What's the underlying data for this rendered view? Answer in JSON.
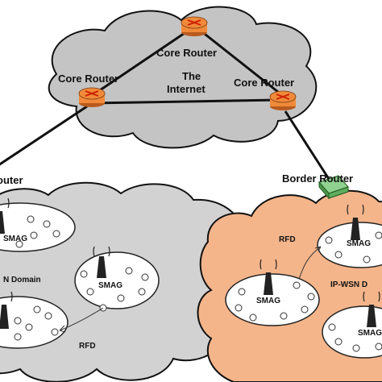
{
  "colors": {
    "internet_cloud": "#c4c4c4",
    "left_domain_cloud": "#d2d2d2",
    "right_domain_cloud": "#f5b58a",
    "router_body": "#f08a3a",
    "router_mark": "#cc2200",
    "smag_ellipse": "#ffffff",
    "outline": "#111111"
  },
  "labels": {
    "core_router_top": "Core Router",
    "core_router_left": "Core Router",
    "core_router_right": "Core Router",
    "internet_line1": "The",
    "internet_line2": "Internet",
    "border_router_left": "outer",
    "border_router_right": "Border Router",
    "left_domain_name": "N Domain",
    "right_domain_name": "IP-WSN D",
    "rfd_left": "RFD",
    "rfd_right": "RFD",
    "smag_left_top": "SMAG",
    "smag_left_middle": "SMAG",
    "smag_right_top": "SMAG",
    "smag_right_middle": "SMAG",
    "smag_right_bottom": "SMAG"
  },
  "icons": {
    "core_router": "router-icon",
    "border_router": "border-router-icon",
    "smag": "antenna-tower-icon",
    "sensor_node": "sensor-node-icon"
  }
}
